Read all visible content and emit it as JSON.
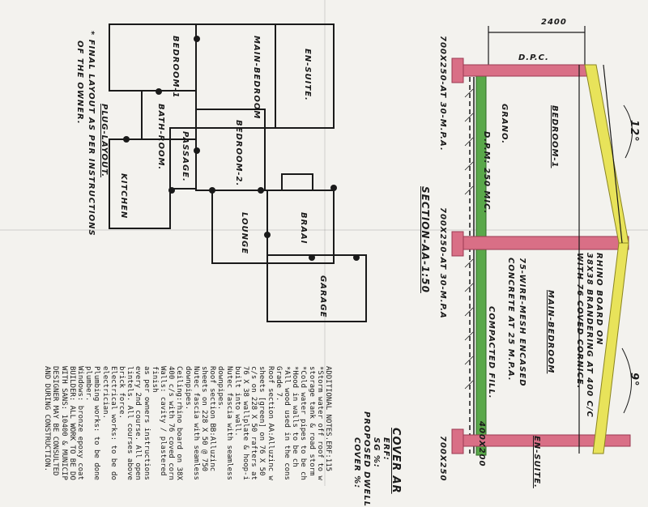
{
  "plan": {
    "rooms": [
      "EN-SUITE.",
      "MAIN-BEDROOM",
      "BEDROOM-1",
      "BATH-ROOM.",
      "PASSAGE.",
      "BEDROOM-2.",
      "KITCHEN",
      "LOUNGE",
      "BRAAI",
      "GARAGE"
    ],
    "layout_note": [
      "* FINAL LAYOUT AS PER INSTRUCTIONS",
      "OF THE OWNER."
    ],
    "plug_layout": "PLUG-LAYOUT."
  },
  "section": {
    "dimension": "2400",
    "drc": "D.P.C.",
    "angle_left": "12°",
    "angle_right": "9°",
    "bedroom_1": "BEDROOM-1",
    "main_bedroom": "MAIN-BEDROOM",
    "en_suite": "EN-SUITE.",
    "grano": "GRANO.",
    "dpm": "D.P.M: 250 MIC.",
    "concrete": [
      "75-WIRE-MESH ENCASED",
      "CONCRETE AT 25 M.P.A."
    ],
    "compacted_fill": "COMPACTED FILL.",
    "footing_1": "700X250-AT 30-M.P.A.",
    "footing_2": "700X250-AT 30-M.P.A",
    "footing_3": "700X250",
    "rhino_board": [
      "RHINO BOARD ON",
      "38X38 BRANDERING AT 400 C/C",
      "WITH 76 COVED CORNICE."
    ],
    "section_label": "SECTION-AA-1:50",
    "elevation_tag": "400X200"
  },
  "cover": {
    "title": "COVER AR",
    "lines": [
      "ERF:",
      "SG %:",
      "PROPOSED DWELL",
      "COVER %:"
    ]
  },
  "notes": [
    "ADDITIONAL NOTES.ERF:115",
    "*Storm water off roof to w",
    "storage tank & road storm",
    "*Cold water pipes to be ch",
    "*Hood in walls to be ch",
    "*All wood used in the cons",
    "Grade 7.",
    "Roof section AA:Alluzinc w",
    "sheets [green] on 76 X 50",
    "c/s on 228 X 50 rafters at",
    "76 X 38 wallplate & hoop-i",
    "built into wall.",
    "Nutec fascia with seamless",
    "downpipes.",
    "Roof section BB:Alluzinc",
    "sheets on 228 X 50 @ 750",
    "Nutec fascia with seamless",
    "downpipes.",
    "Ceiling:rhino board on 38X",
    "400 c/s with 76 coved corn",
    "Walls: cavity / plastered",
    "finish",
    "as per owners instructions",
    "every 2nd course. All open",
    "lintels. All courses above",
    "brick force.",
    "Electrical works: to be do",
    "electrician.",
    "Plumbing works: to be done",
    "plumber.",
    "Windows: bronze epoxy coat",
    "BUILDER: ALL WORK TO BE DO",
    "WITH SANS: 10400 & MUNICIP",
    "DESIGNER MAY BE CONSULTED",
    "AND DURING CONSTRUCTION."
  ],
  "colors": {
    "paper": "#f3f2ee",
    "ink": "#1a1a1a",
    "footing_red": "#d96f86",
    "roof_yellow": "#e8e35a",
    "slab_green": "#5aa84a"
  }
}
